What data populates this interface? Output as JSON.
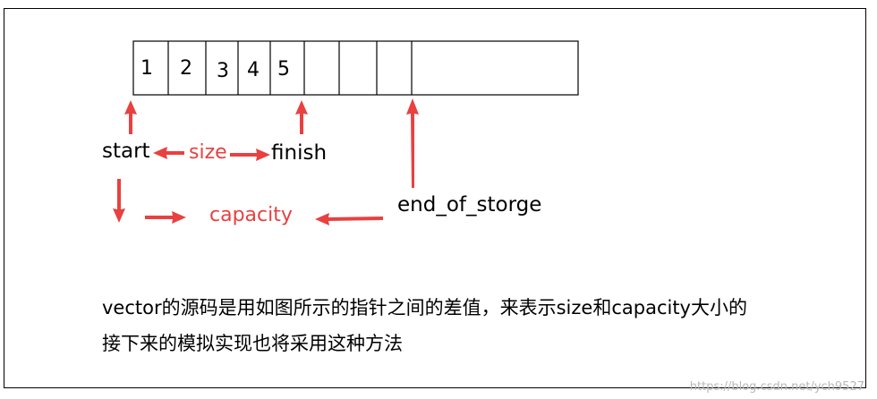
{
  "cells": [
    "1",
    "2",
    "3",
    "4",
    "5",
    "",
    "",
    "",
    ""
  ],
  "labels": {
    "start": "start",
    "size": "size",
    "finish": "finish",
    "capacity": "capacity",
    "end": "end_of_storge"
  },
  "caption": {
    "line1": "vector的源码是用如图所示的指针之间的差值，来表示size和capacity大小的",
    "line2": "接下来的模拟实现也将采用这种方法"
  },
  "watermark": "https://blog.csdn.net/ych9527",
  "colors": {
    "accent": "#e94040",
    "ink": "#000000"
  }
}
